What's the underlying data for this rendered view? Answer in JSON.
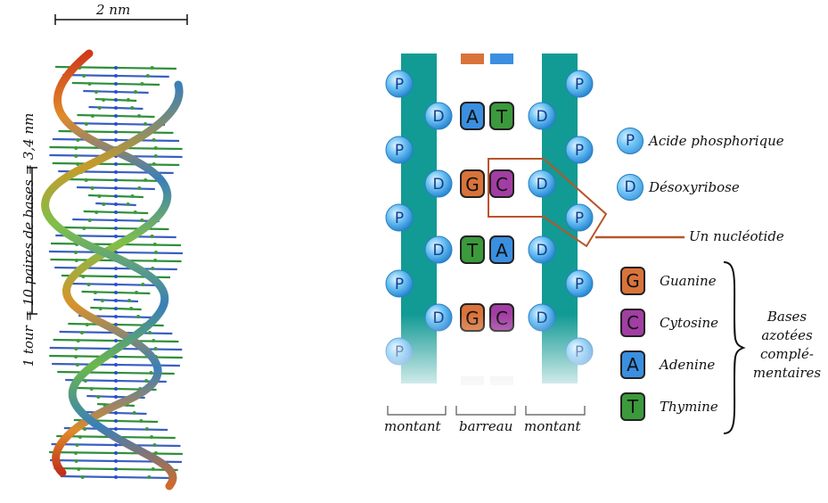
{
  "helix": {
    "width_label": "2 nm",
    "turn_label": "1 tour = 10 paires de bases = 3,4 nm"
  },
  "ladder": {
    "labels": {
      "phosphate": "P",
      "sugar": "D"
    },
    "pairs": [
      {
        "left": "A",
        "right": "T"
      },
      {
        "left": "G",
        "right": "C"
      },
      {
        "left": "T",
        "right": "A"
      },
      {
        "left": "G",
        "right": "C"
      }
    ],
    "bottom_labels": [
      "montant",
      "barreau",
      "montant"
    ]
  },
  "nucleotide_label": "Un nucléotide",
  "legend": {
    "phosphate": {
      "symbol": "P",
      "label": "Acide phosphorique"
    },
    "sugar": {
      "symbol": "D",
      "label": "Désoxyribose"
    },
    "bases": [
      {
        "symbol": "G",
        "label": "Guanine",
        "color": "#d9733a"
      },
      {
        "symbol": "C",
        "label": "Cytosine",
        "color": "#a23ea3"
      },
      {
        "symbol": "A",
        "label": "Adenine",
        "color": "#3a8fe0"
      },
      {
        "symbol": "T",
        "label": "Thymine",
        "color": "#3b9a3b"
      }
    ],
    "group_label": [
      "Bases",
      "azotées",
      "complé-",
      "mentaires"
    ]
  },
  "colors": {
    "backbone": "#129a94",
    "nucleotide_outline": "#b8552a"
  }
}
